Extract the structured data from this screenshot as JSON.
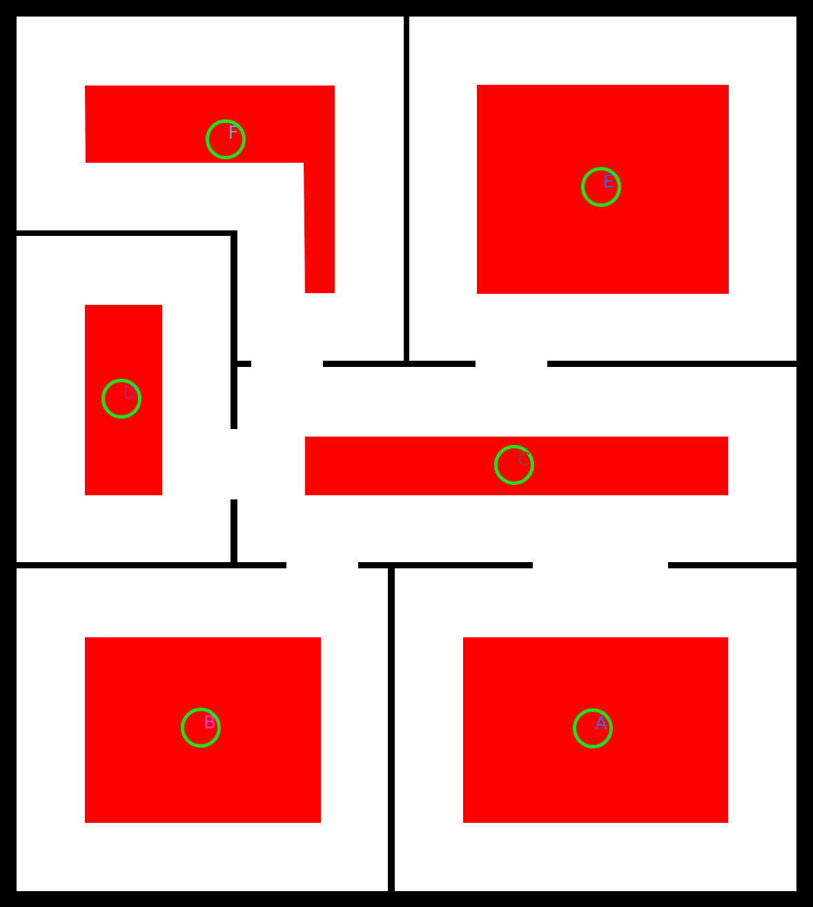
{
  "map": {
    "colors": {
      "wall": "#000000",
      "floor": "#ffffff",
      "room": "#ff0000",
      "marker_ring": "#22e01b"
    },
    "rooms": [
      {
        "id": "A",
        "label": "A",
        "label_color": "#3b6fd8"
      },
      {
        "id": "B",
        "label": "B",
        "label_color": "#ff3bd6"
      },
      {
        "id": "C",
        "label": "C",
        "label_color": "#7a4a3a"
      },
      {
        "id": "D",
        "label": "D",
        "label_color": "#c01a6a"
      },
      {
        "id": "E",
        "label": "E",
        "label_color": "#4a5bd6"
      },
      {
        "id": "F",
        "label": "F",
        "label_color": "#4fb6d8"
      }
    ]
  }
}
